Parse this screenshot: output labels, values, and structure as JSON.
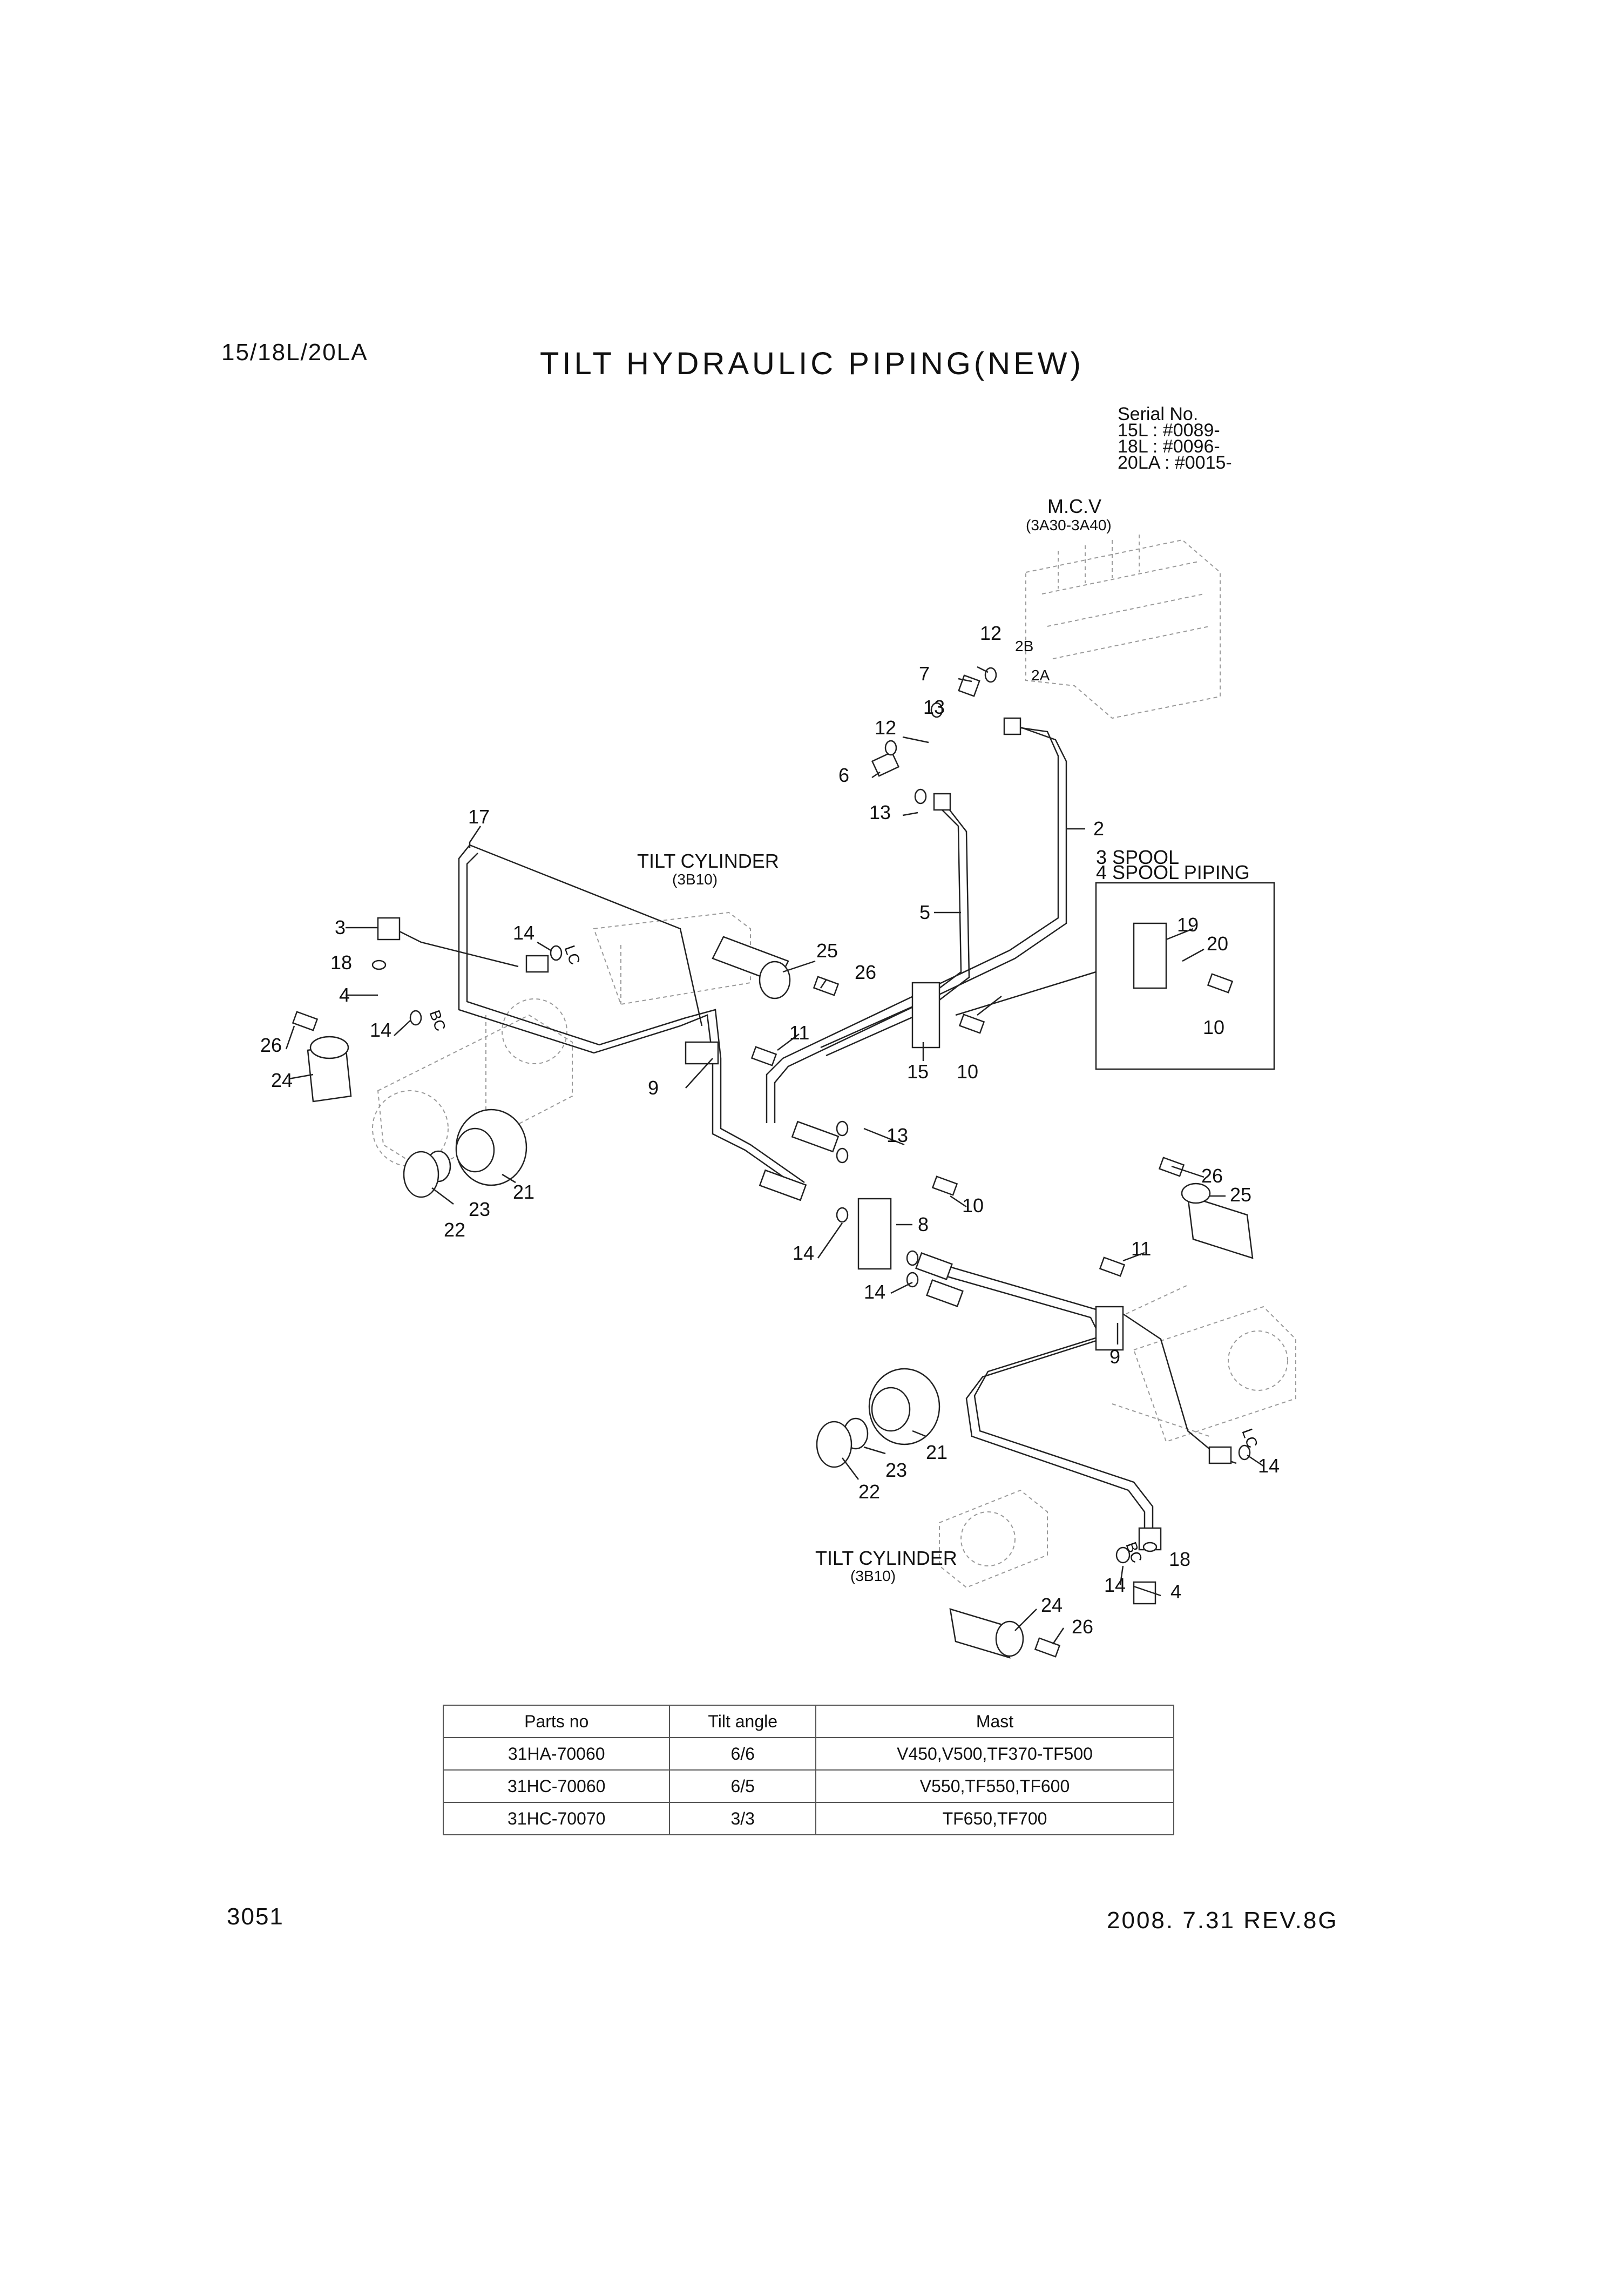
{
  "header": {
    "model": "15/18L/20LA",
    "title": "TILT HYDRAULIC PIPING(NEW)"
  },
  "serial": {
    "heading": "Serial No.",
    "lines": [
      "15L : #0089-",
      "18L : #0096-",
      "20LA : #0015-"
    ]
  },
  "diagram": {
    "mcv_label": "M.C.V",
    "mcv_ref": "(3A30-3A40)",
    "port_2b": "2B",
    "port_2a": "2A",
    "tilt_cylinder_label": "TILT CYLINDER",
    "tilt_cylinder_ref": "(3B10)",
    "spool_line1": "3 SPOOL",
    "spool_line2": "4 SPOOL PIPING",
    "mark_lc": "LC",
    "mark_bc": "BC",
    "callouts": {
      "p2": "2",
      "p3": "3",
      "p4": "4",
      "p5": "5",
      "p6": "6",
      "p7": "7",
      "p8": "8",
      "p9": "9",
      "p10": "10",
      "p11": "11",
      "p12": "12",
      "p13": "13",
      "p14": "14",
      "p15": "15",
      "p17": "17",
      "p18": "18",
      "p19": "19",
      "p20": "20",
      "p21": "21",
      "p22": "22",
      "p23": "23",
      "p24": "24",
      "p25": "25",
      "p26": "26"
    }
  },
  "parts_table": {
    "headers": [
      "Parts no",
      "Tilt angle",
      "Mast"
    ],
    "rows": [
      [
        "31HA-70060",
        "6/6",
        "V450,V500,TF370-TF500"
      ],
      [
        "31HC-70060",
        "6/5",
        "V550,TF550,TF600"
      ],
      [
        "31HC-70070",
        "3/3",
        "TF650,TF700"
      ]
    ]
  },
  "footer": {
    "page_number": "3051",
    "date_revision": "2008. 7.31  REV.8G"
  }
}
